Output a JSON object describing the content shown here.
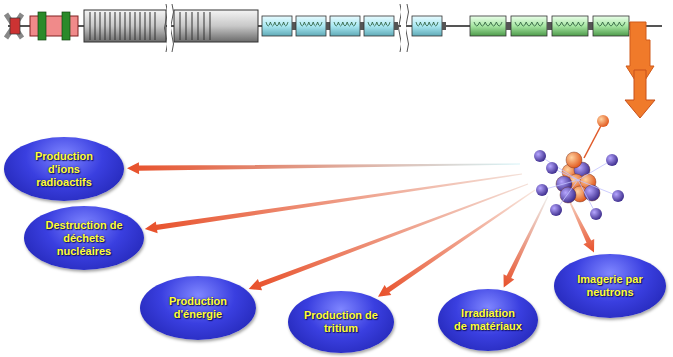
{
  "diagram": {
    "nodes": [
      {
        "text": [
          "Production d'ions radioactifs"
        ]
      },
      {
        "text": [
          "Destruction de déchets nucléaires"
        ]
      },
      {
        "text": [
          "Production d'énergie"
        ]
      },
      {
        "text": [
          "Production de tritium"
        ]
      },
      {
        "text": [
          "Irradiation de matériaux"
        ]
      },
      {
        "text": [
          "Imagerie par neutrons"
        ]
      }
    ]
  }
}
